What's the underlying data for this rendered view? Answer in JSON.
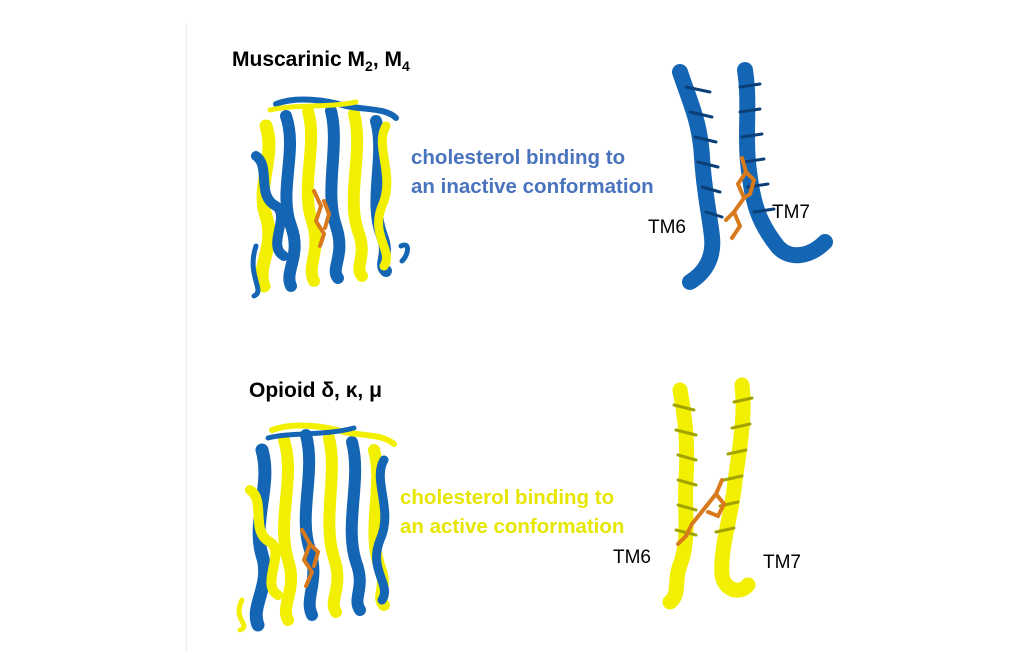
{
  "colors": {
    "blue": "#1565b5",
    "blue_dark": "#0b3f78",
    "yellow": "#f2f000",
    "yellow_dark": "#a3a300",
    "cholesterol": "#d87a1c",
    "caption_blue": "#4a73bd",
    "caption_yellow": "#e6e600"
  },
  "top": {
    "title_base": "Muscarinic M",
    "title_sub1": "2",
    "title_mid": ", M",
    "title_sub2": "4",
    "caption_line1": "cholesterol binding to",
    "caption_line2": "an inactive conformation",
    "tm6_label": "TM6",
    "tm7_label": "TM7"
  },
  "bottom": {
    "title": "Opioid δ, κ, μ",
    "caption_line1": "cholesterol binding to",
    "caption_line2": "an active conformation",
    "tm6_label": "TM6",
    "tm7_label": "TM7"
  }
}
